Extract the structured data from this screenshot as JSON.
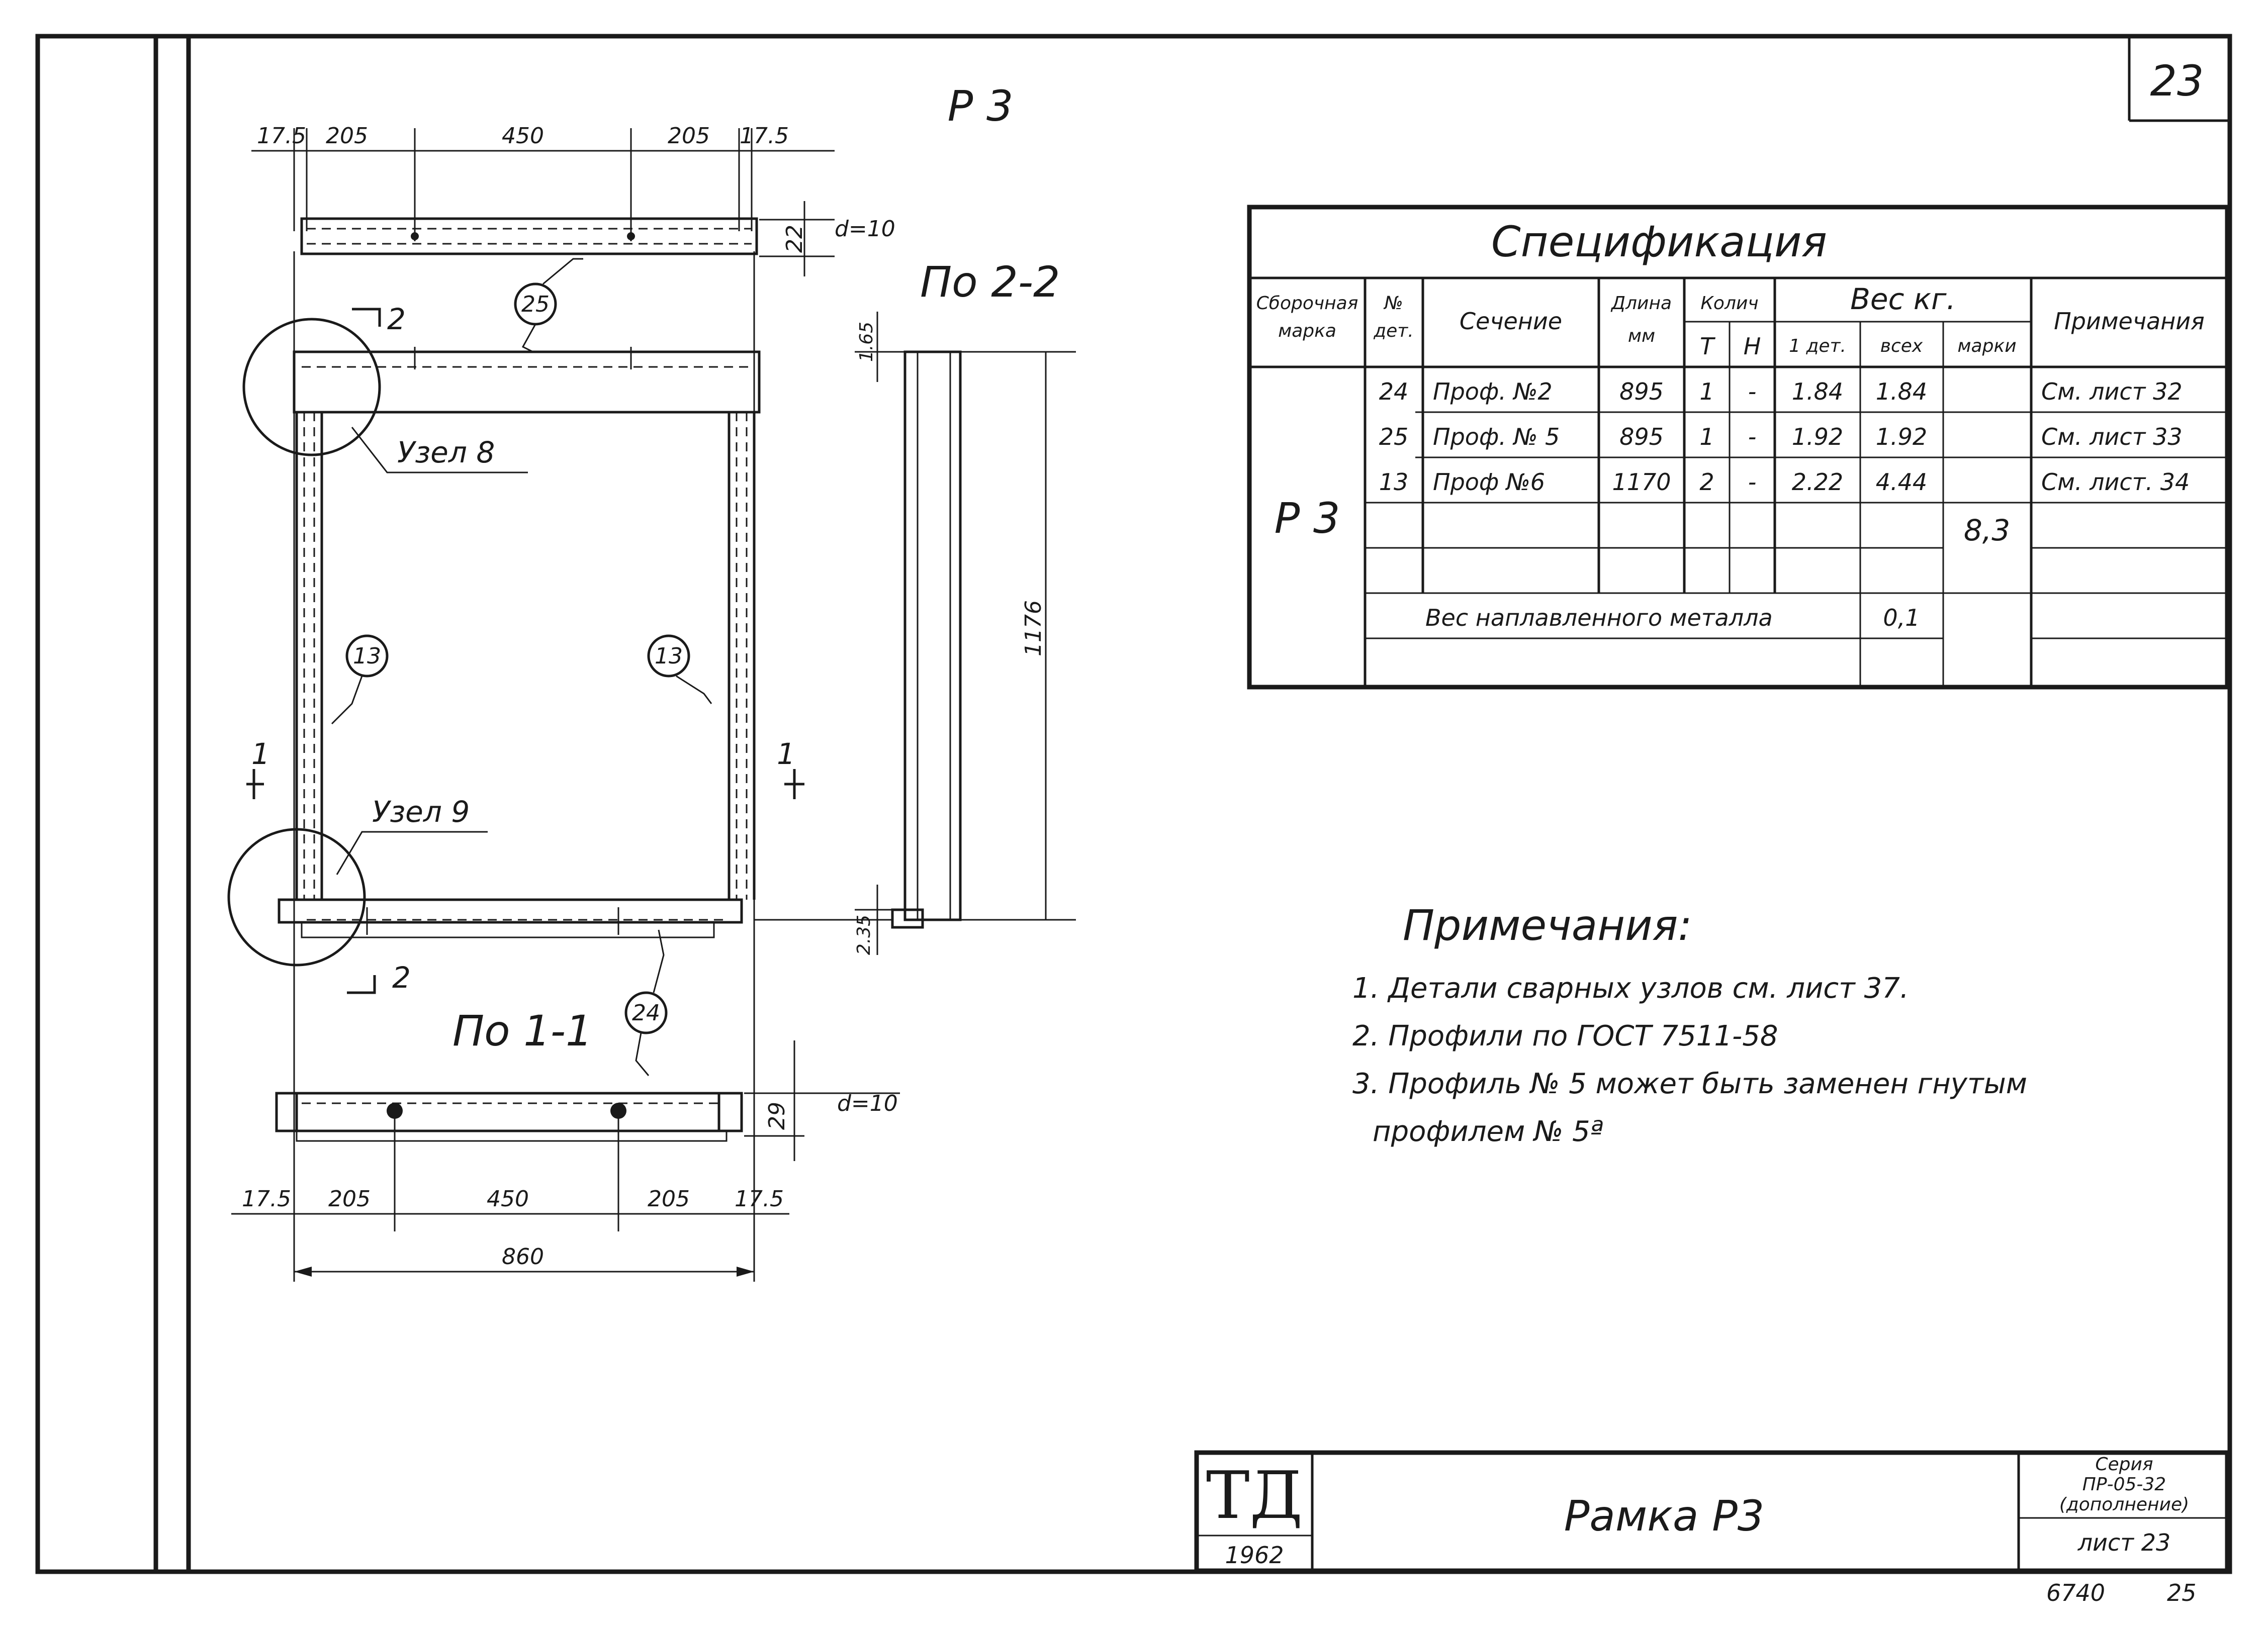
{
  "sheet_number": "23",
  "main_title": "Р 3",
  "top_dims": [
    "17.5",
    "205",
    "450",
    "205",
    "17.5"
  ],
  "bottom_dims": [
    "17.5",
    "205",
    "450",
    "205",
    "17.5"
  ],
  "overall_width": "860",
  "height_dim": "1176",
  "top_dim_d": "d=10",
  "top_dim_22": "22",
  "bottom_dim_d": "d=10",
  "bottom_dim_29": "29",
  "dim_165": "1.65",
  "dim_235": "2.35",
  "section_22": "По 2-2",
  "section_11": "По 1-1",
  "cut_2": "2",
  "cut_1": "1",
  "node_8": "Узел 8",
  "node_9": "Узел 9",
  "callouts": [
    "25",
    "13",
    "13",
    "24"
  ],
  "spec": {
    "title": "Спецификация",
    "h_assembly": [
      "Сборочная",
      "марка"
    ],
    "h_detail": [
      "№",
      "дет."
    ],
    "h_section": "Сечение",
    "h_length": [
      "Длина",
      "мм"
    ],
    "h_qty": "Колич",
    "h_t": "Т",
    "h_n": "Н",
    "h_weight": "Вес кг.",
    "h_w1": "1 дет.",
    "h_wall": "всех",
    "h_wmark": "марки",
    "h_notes": "Примечания",
    "assembly": "Р 3",
    "rows": [
      {
        "det": "24",
        "section": "Проф. №2",
        "length": "895",
        "t": "1",
        "n": "-",
        "w1": "1.84",
        "wall": "1.84",
        "note": "См. лист 32"
      },
      {
        "det": "25",
        "section": "Проф. № 5",
        "length": "895",
        "t": "1",
        "n": "-",
        "w1": "1.92",
        "wall": "1.92",
        "note": "См. лист 33"
      },
      {
        "det": "13",
        "section": "Проф №6",
        "length": "1170",
        "t": "2",
        "n": "-",
        "w1": "2.22",
        "wall": "4.44",
        "note": "См. лист. 34"
      }
    ],
    "mark_weight": "8,3",
    "weld_label": "Вес наплавленного металла",
    "weld_value": "0,1"
  },
  "notes": {
    "heading": "Примечания:",
    "items": [
      "1. Детали сварных узлов см. лист 37.",
      "2. Профили по ГОСТ 7511-58",
      "3. Профиль № 5 может быть заменен гнутым",
      "профилем № 5ª"
    ]
  },
  "stamp": {
    "logo": "ТД",
    "year": "1962",
    "title": "Рамка Р3",
    "series": [
      "Серия",
      "ПР-05-32",
      "(дополнение)"
    ],
    "sheet_label": "лист 23",
    "footer_left": "6740",
    "footer_right": "25"
  }
}
